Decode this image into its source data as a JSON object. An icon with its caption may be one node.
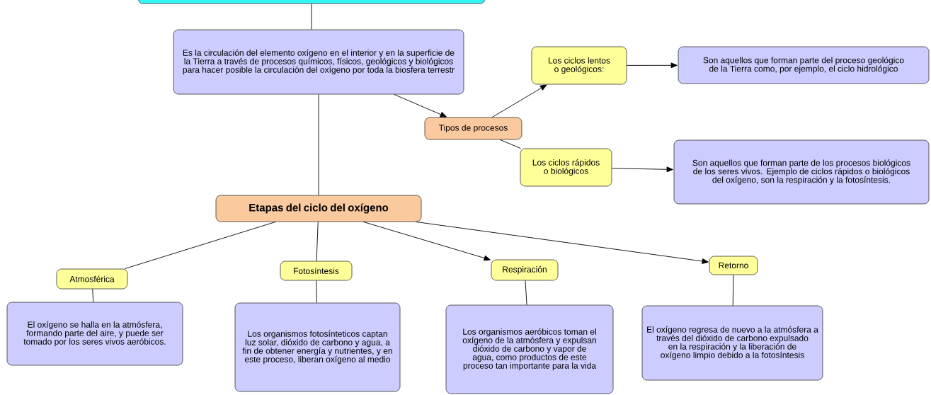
{
  "diagram": {
    "nodes": [
      {
        "text": [],
        "shape": "box"
      },
      {
        "text": [
          "Es la circulación del elemento oxígeno en el interior y en la superficie de la Tierra a través de procesos químicos, físicos, geológicos y biológicos para hacer posible la circulación del oxígeno por toda la biosfera terrestr"
        ]
      },
      {
        "text": [
          "Tipos de procesos"
        ]
      },
      {
        "text": [
          "Los ciclos lentos o geológicos:"
        ]
      },
      {
        "text": [
          "Son aquellos que forman parte del proceso geológico de la Tierra como, por ejemplo, el ciclo hidrológico"
        ]
      },
      {
        "text": [
          "Los ciclos rápidos o biológicos"
        ]
      },
      {
        "text": [
          "Son aquellos que forman parte de los procesos biológicos de los seres vivos. Ejemplo de ciclos rápidos o biológicos del oxígeno, son la respiración y la fotosíntesis."
        ]
      },
      {
        "text": [
          "Etapas del ciclo del oxígeno"
        ]
      },
      {
        "text": [
          "Atmosférica"
        ]
      },
      {
        "text": [
          "Fotosíntesis"
        ]
      },
      {
        "text": [
          "Respiración"
        ]
      },
      {
        "text": [
          "Retorno"
        ]
      },
      {
        "text": [
          "El oxígeno se halla en la atmósfera, formando parte del aire, y puede ser tomado por los seres vivos aeróbicos."
        ]
      },
      {
        "text": [
          "Los organismos fotosínteticos captan luz solar, dióxido de carbono y agua, a fin de obtener energía y nutrientes, y en este proceso, liberan oxígeno al medio"
        ]
      },
      {
        "text": [
          "Los organismos aeróbicos toman el oxígeno de la atmósfera y expulsan dióxido de carbono y vapor de agua, como productos de este proceso tan importante para la vida"
        ]
      },
      {
        "text": [
          "El oxígeno regresa de nuevo a la atmósfera a través del dióxido de carbono expulsado en la respiración y la liberación de oxígeno limpio debido a la fotosíntesis"
        ]
      }
    ],
    "edges": [
      {
        "from": 0,
        "to": 1,
        "arrow": "none"
      },
      {
        "from": 1,
        "to": 2,
        "arrow": "to"
      },
      {
        "from": 2,
        "to": 3,
        "arrow": "to"
      },
      {
        "from": 3,
        "to": 4,
        "arrow": "to"
      },
      {
        "from": 2,
        "to": 5,
        "arrow": "none"
      },
      {
        "from": 5,
        "to": 6,
        "arrow": "to"
      },
      {
        "from": 1,
        "to": 7,
        "arrow": "none"
      },
      {
        "from": 7,
        "to": 8,
        "arrow": "none"
      },
      {
        "from": 7,
        "to": 9,
        "arrow": "none"
      },
      {
        "from": 7,
        "to": 10,
        "arrow": "to"
      },
      {
        "from": 7,
        "to": 11,
        "arrow": "to"
      },
      {
        "from": 8,
        "to": 12,
        "arrow": "none"
      },
      {
        "from": 9,
        "to": 13,
        "arrow": "none"
      },
      {
        "from": 10,
        "to": 14,
        "arrow": "none"
      },
      {
        "from": 11,
        "to": 15,
        "arrow": "none"
      }
    ]
  }
}
